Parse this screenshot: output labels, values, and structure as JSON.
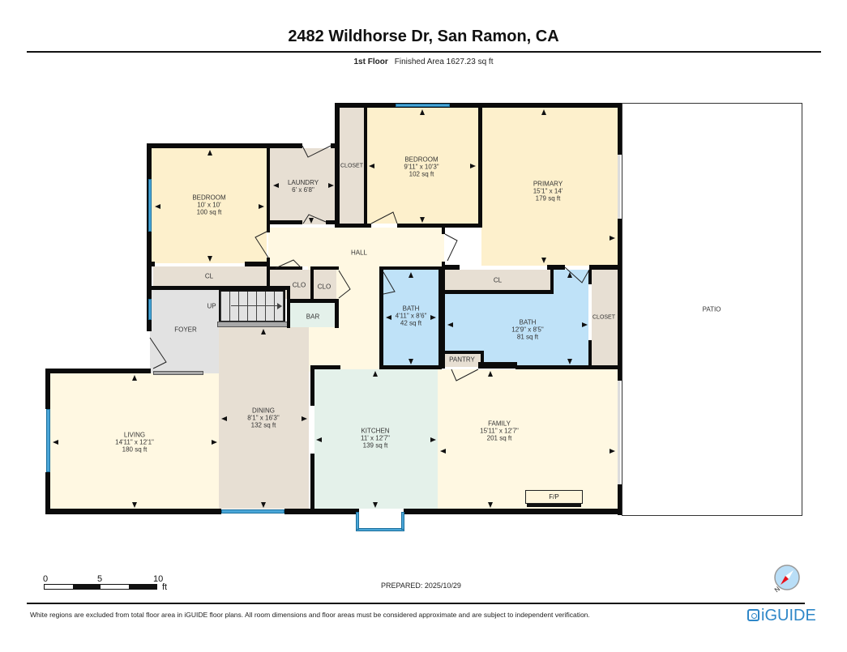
{
  "header": {
    "title": "2482 Wildhorse Dr, San Ramon, CA",
    "floor": "1st Floor",
    "finished_area": "Finished Area 1627.23 sq ft"
  },
  "rooms": {
    "bedroom_west": {
      "name": "BEDROOM",
      "dims": "10' x 10'",
      "area": "100 sq ft",
      "color": "#fdf0cc"
    },
    "laundry": {
      "name": "LAUNDRY",
      "dims": "6' x 6'8\"",
      "color": "#e7dfd3"
    },
    "closet_north": {
      "name": "CLOSET",
      "color": "#e7dfd3"
    },
    "bedroom_north": {
      "name": "BEDROOM",
      "dims": "9'11\" x 10'3\"",
      "area": "102 sq ft",
      "color": "#fdf0cc"
    },
    "primary": {
      "name": "PRIMARY",
      "dims": "15'1\" x 14'",
      "area": "179 sq ft",
      "color": "#fdf0cc"
    },
    "hall": {
      "name": "HALL",
      "color": "#fff8e2"
    },
    "cl_west": {
      "name": "CL",
      "color": "#e7dfd3"
    },
    "clo_1": {
      "name": "CLO",
      "color": "#e7dfd3"
    },
    "clo_2": {
      "name": "CLO",
      "color": "#e7dfd3"
    },
    "bar": {
      "name": "BAR",
      "color": "#e4f1ea"
    },
    "foyer": {
      "name": "FOYER",
      "stairs_label": "UP",
      "color": "#e2e2e2"
    },
    "bath_small": {
      "name": "BATH",
      "dims": "4'11\" x 8'6\"",
      "area": "42 sq ft",
      "color": "#bfe2f8"
    },
    "cl_east": {
      "name": "CL",
      "color": "#e7dfd3"
    },
    "bath_primary": {
      "name": "BATH",
      "dims": "12'9\" x 8'5\"",
      "area": "81 sq ft",
      "color": "#bfe2f8"
    },
    "closet_east": {
      "name": "CLOSET",
      "color": "#e7dfd3"
    },
    "pantry": {
      "name": "PANTRY",
      "color": "#e7dfd3"
    },
    "living": {
      "name": "LIVING",
      "dims": "14'11\" x 12'1\"",
      "area": "180 sq ft",
      "color": "#fff8e2"
    },
    "dining": {
      "name": "DINING",
      "dims": "8'1\" x 16'3\"",
      "area": "132 sq ft",
      "color": "#e7dfd3"
    },
    "kitchen": {
      "name": "KITCHEN",
      "dims": "11' x 12'7\"",
      "area": "139 sq ft",
      "color": "#e4f1ea"
    },
    "family": {
      "name": "FAMILY",
      "dims": "15'11\" x 12'7\"",
      "area": "201 sq ft",
      "color": "#fff8e2",
      "fireplace": "F/P"
    },
    "patio": {
      "name": "PATIO",
      "color": "#ffffff"
    }
  },
  "scale": {
    "zero": "0",
    "five": "5",
    "ten": "10",
    "unit": "ft"
  },
  "prepared": "PREPARED: 2025/10/29",
  "compass": {
    "icon": "compass-north-icon",
    "label": "N",
    "needle_color": "#e8111b",
    "face_color": "#b9def7"
  },
  "footer": {
    "disclaimer": "White regions are excluded from total floor area in iGUIDE floor plans. All room dimensions and floor areas must be considered approximate and are subject to independent verification.",
    "brand": "iGUIDE",
    "brand_color": "#2e87c8"
  },
  "colors": {
    "wall": "#0b0b0b",
    "window": "#4aa6d8",
    "bedroom": "#fdf0cc",
    "utility": "#e7dfd3",
    "bath": "#bfe2f8",
    "kitchen": "#e4f1ea",
    "living": "#fff8e2"
  }
}
